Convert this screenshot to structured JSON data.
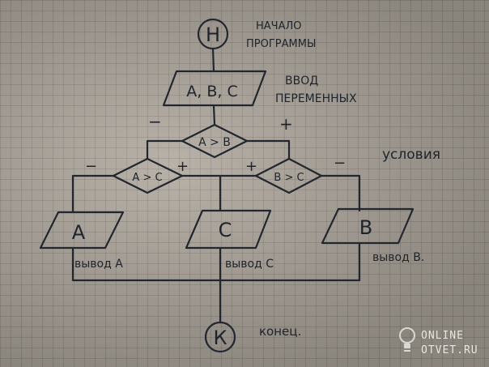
{
  "flowchart": {
    "start": {
      "symbol": "Н",
      "caption_line1": "НАЧАЛО",
      "caption_line2": "ПРОГРАММЫ"
    },
    "input": {
      "text": "A, B, C",
      "caption_line1": "ВВОД",
      "caption_line2": "ПЕРЕМЕННЫХ"
    },
    "main_condition": {
      "text": "A > B",
      "minus": "−",
      "plus": "+"
    },
    "conditions_caption": "условия",
    "cond_left": {
      "text": "A > C",
      "minus": "−",
      "plus": "+"
    },
    "cond_right": {
      "text": "B > C",
      "plus": "+",
      "minus": "−"
    },
    "out_a": {
      "text": "A",
      "caption": "вывод A"
    },
    "out_c": {
      "text": "C",
      "caption": "вывод C"
    },
    "out_b": {
      "text": "B",
      "caption": "вывод B."
    },
    "end": {
      "symbol": "К",
      "caption": "конец."
    }
  },
  "watermark": {
    "line1": "ONLINE",
    "line2": "OTVET.RU"
  }
}
